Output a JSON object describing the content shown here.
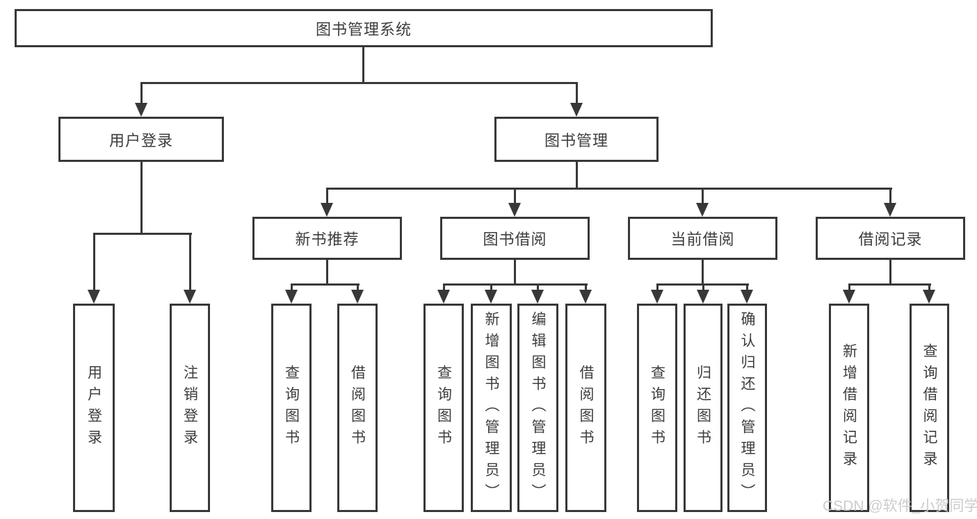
{
  "diagram": {
    "title_node": {
      "label": "图书管理系统"
    },
    "level2": [
      {
        "id": "user-login",
        "label": "用户登录",
        "parent": "图书管理系统"
      },
      {
        "id": "book-management",
        "label": "图书管理",
        "parent": "图书管理系统"
      }
    ],
    "level3": [
      {
        "id": "new-book-recommend",
        "label": "新书推荐",
        "parent": "图书管理"
      },
      {
        "id": "book-borrowing",
        "label": "图书借阅",
        "parent": "图书管理"
      },
      {
        "id": "current-borrowing",
        "label": "当前借阅",
        "parent": "图书管理"
      },
      {
        "id": "borrowing-records",
        "label": "借阅记录",
        "parent": "图书管理"
      }
    ],
    "level4": [
      {
        "id": "leaf-user-login",
        "label": "用户登录",
        "parent": "用户登录"
      },
      {
        "id": "leaf-logout",
        "label": "注销登录",
        "parent": "用户登录"
      },
      {
        "id": "leaf-query-books-recommend",
        "label": "查询图书",
        "parent": "新书推荐"
      },
      {
        "id": "leaf-borrow-books-recommend",
        "label": "借阅图书",
        "parent": "新书推荐"
      },
      {
        "id": "leaf-query-books-borrowing",
        "label": "查询图书",
        "parent": "图书借阅"
      },
      {
        "id": "leaf-add-book-admin",
        "label": "新增图书（管理员）",
        "parent": "图书借阅"
      },
      {
        "id": "leaf-edit-book-admin",
        "label": "编辑图书（管理员）",
        "parent": "图书借阅"
      },
      {
        "id": "leaf-borrow-books-borrowing",
        "label": "借阅图书",
        "parent": "图书借阅"
      },
      {
        "id": "leaf-query-books-current",
        "label": "查询图书",
        "parent": "当前借阅"
      },
      {
        "id": "leaf-return-books",
        "label": "归还图书",
        "parent": "当前借阅"
      },
      {
        "id": "leaf-confirm-return-admin",
        "label": "确认归还（管理员）",
        "parent": "当前借阅"
      },
      {
        "id": "leaf-add-borrow-record",
        "label": "新增借阅记录",
        "parent": "借阅记录"
      },
      {
        "id": "leaf-query-borrow-record",
        "label": "查询借阅记录",
        "parent": "借阅记录"
      }
    ],
    "colors": {
      "line": "#383838",
      "text": "#3d3d3d",
      "box_background": "#ffffff"
    }
  },
  "watermark": {
    "text": "CSDN @软件_小贺同学",
    "color": "#c9c9c9"
  }
}
